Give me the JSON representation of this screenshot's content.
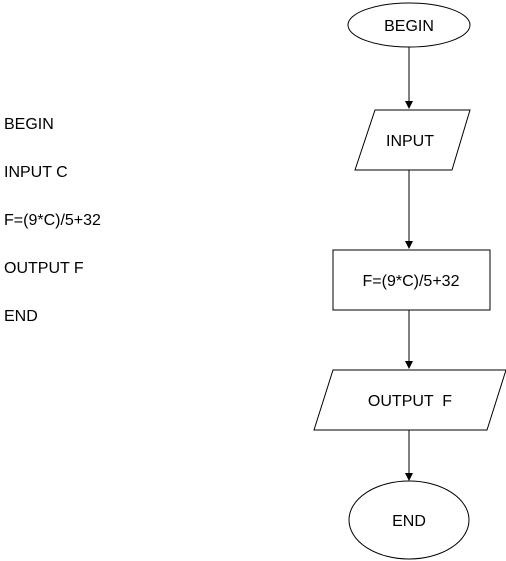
{
  "pseudocode": {
    "lines": [
      "BEGIN",
      "INPUT C",
      "F=(9*C)/5+32",
      "OUTPUT F",
      "END"
    ]
  },
  "flowchart": {
    "begin_label": "BEGIN",
    "input_label": "INPUT",
    "process_label": "F=(9*C)/5+32",
    "output_label": "OUTPUT  F",
    "end_label": "END"
  },
  "colors": {
    "stroke": "#000000",
    "fill": "#ffffff",
    "text": "#000000"
  }
}
